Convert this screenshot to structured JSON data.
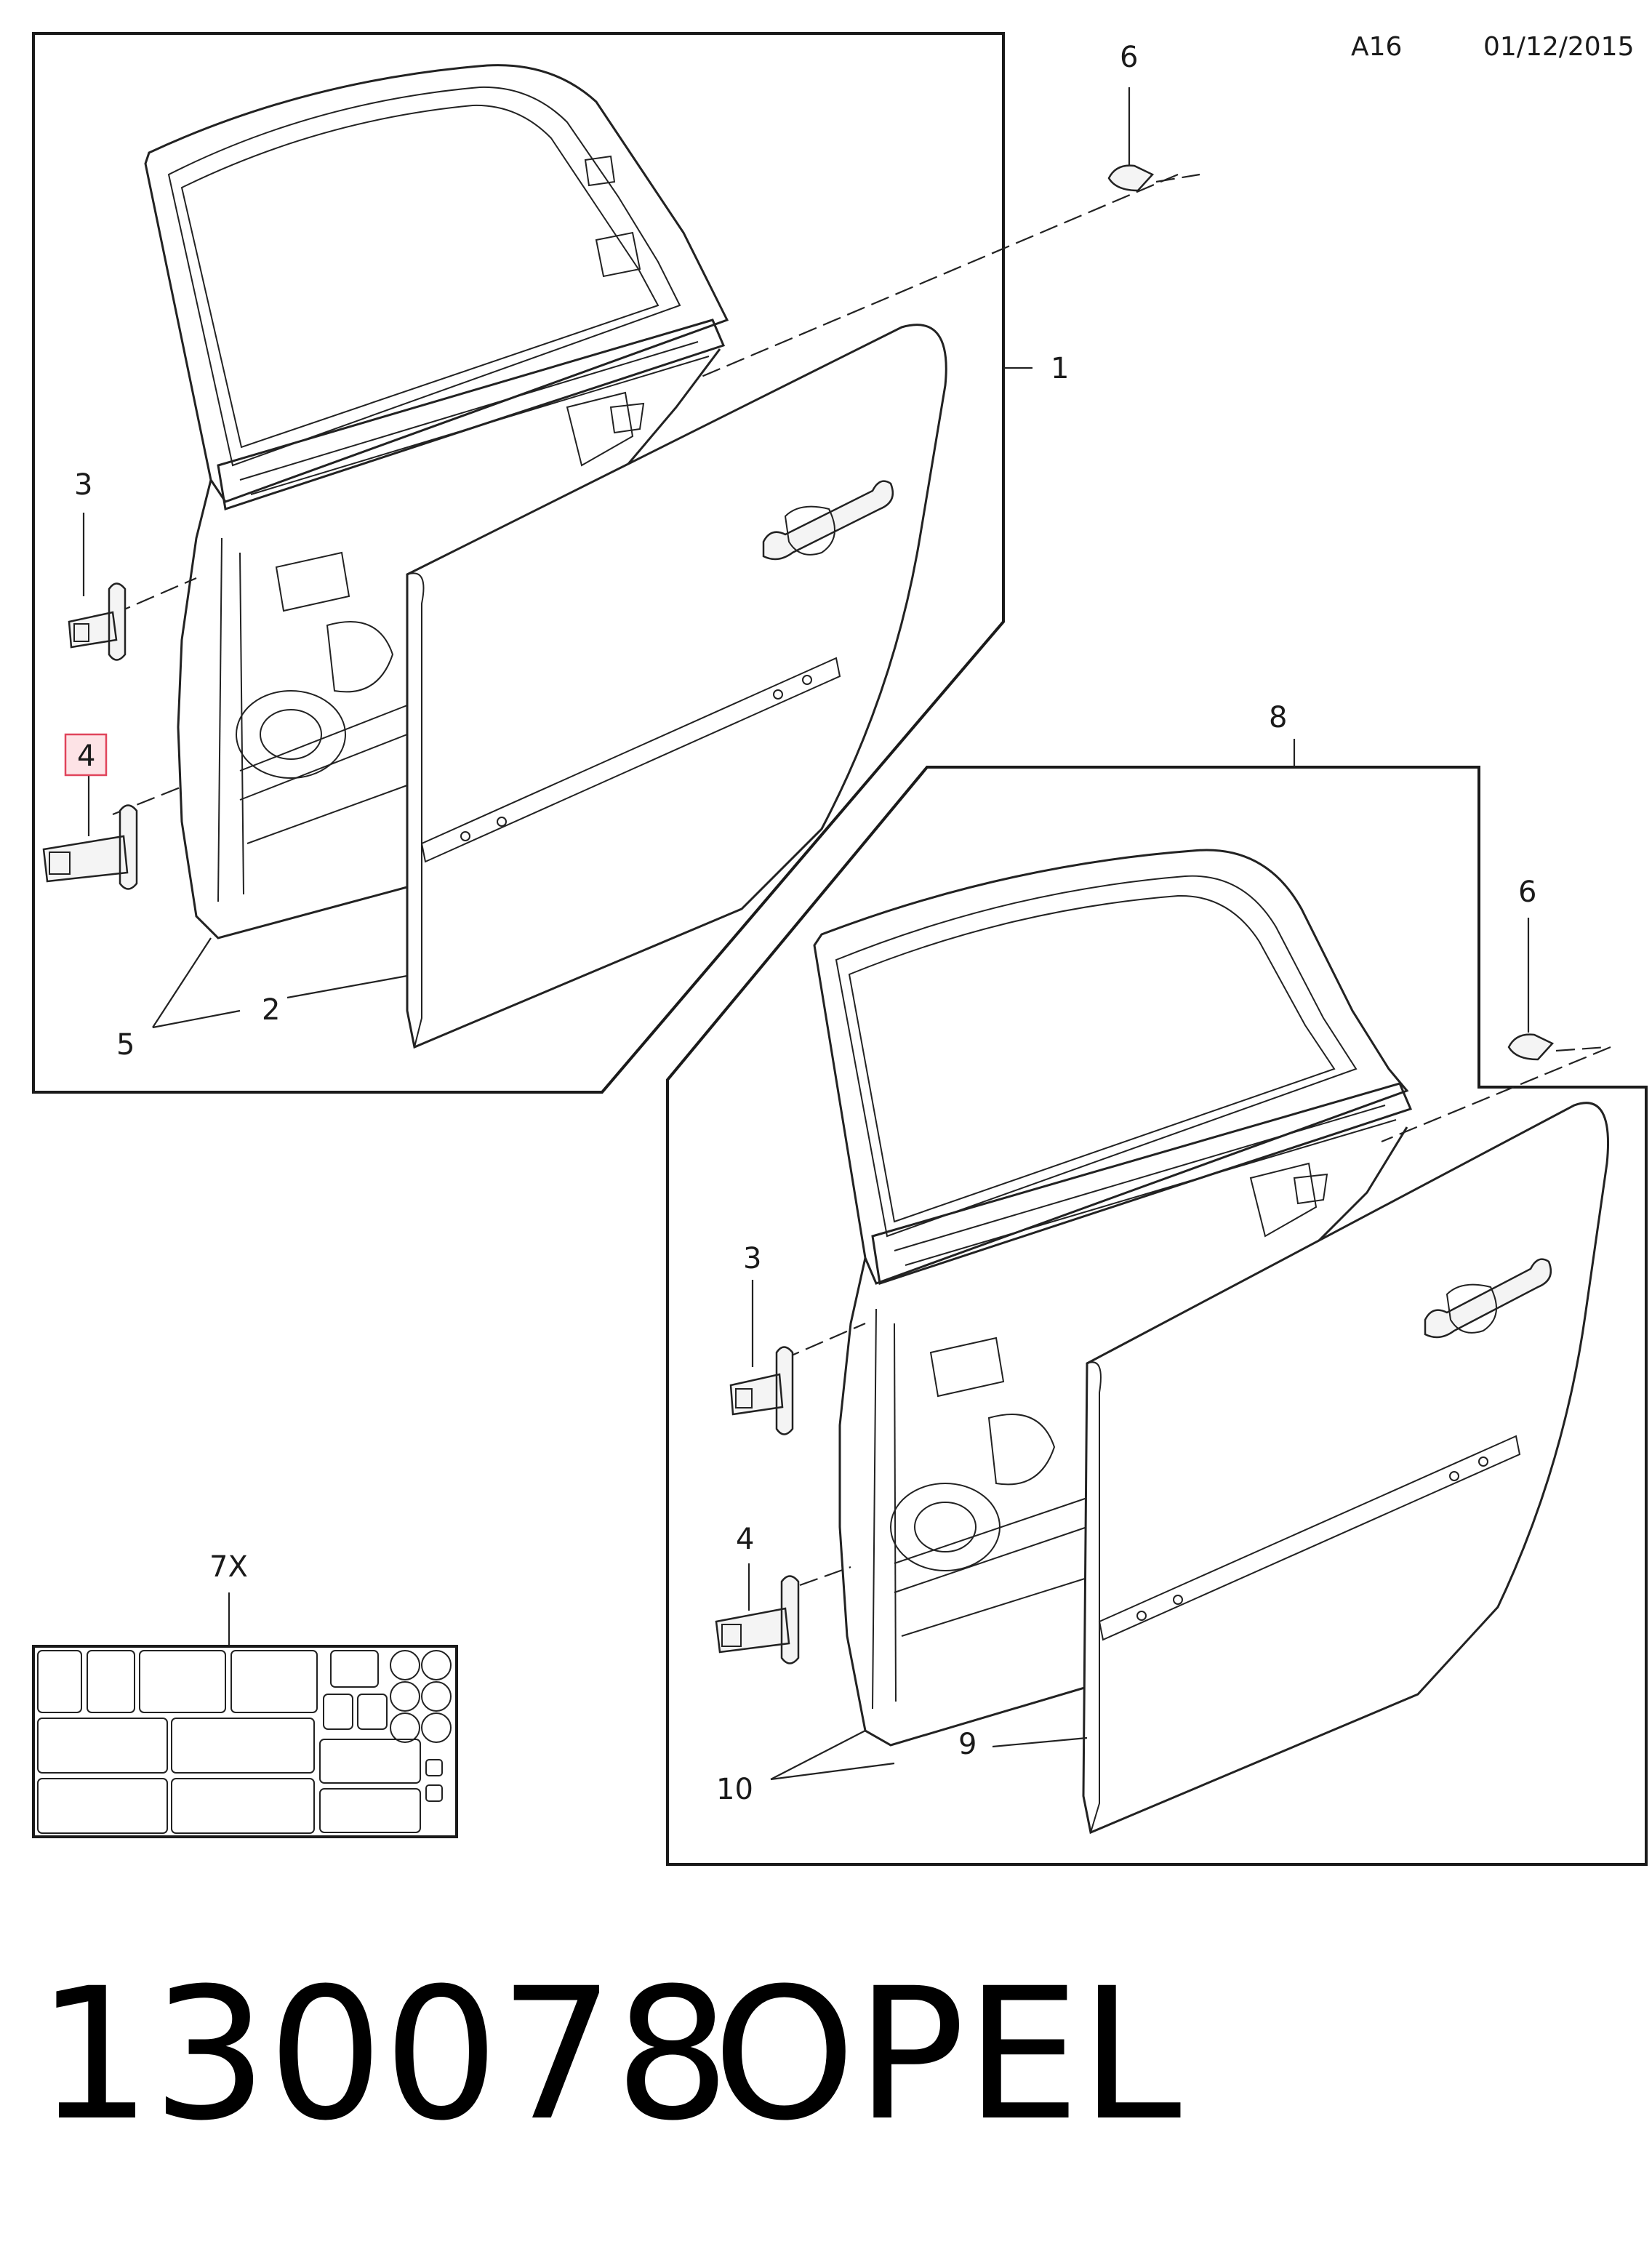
{
  "header": {
    "page_code": "A16",
    "date": "01/12/2015"
  },
  "footer": {
    "part_group": "130078",
    "brand": "OPEL"
  },
  "callouts": {
    "top_door": {
      "c1": "1",
      "c2": "2",
      "c3": "3",
      "c4": "4",
      "c5": "5",
      "c6": "6"
    },
    "bottom_door": {
      "c8": "8",
      "c6": "6",
      "c3": "3",
      "c4": "4",
      "c9": "9",
      "c10": "10"
    },
    "kit": {
      "c7x": "7X"
    }
  },
  "highlight": {
    "callout": "4",
    "color": "#e0445b"
  }
}
